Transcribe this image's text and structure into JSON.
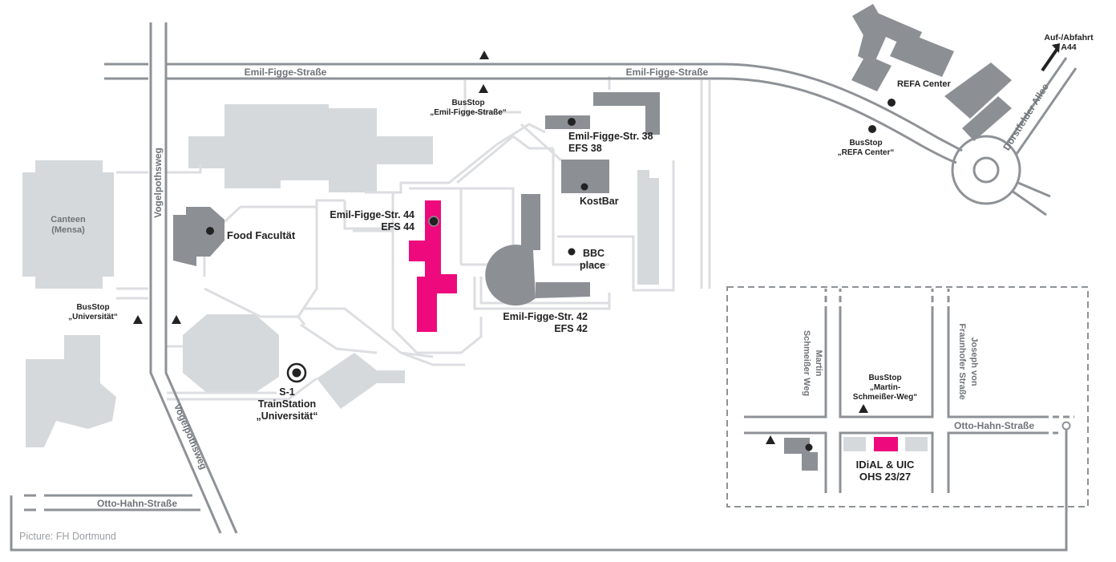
{
  "credit": "Picture: FH Dortmund",
  "colors": {
    "road_outline": "#8e9297",
    "building_light": "#d6d9dc",
    "building_dark": "#8c9095",
    "highlight": "#ee0a7d",
    "path_light": "#dfe1e3",
    "text": "#222222"
  },
  "streets": {
    "emil_figge_west": "Emil-Figge-Straße",
    "emil_figge_east": "Emil-Figge-Straße",
    "vogelpothsweg_north": "Vogelpothsweg",
    "vogelpothsweg_south": "Vogelpothsweg",
    "otto_hahn_main": "Otto-Hahn-Straße",
    "dorstfelder_allee": "Dorstfelder Allee",
    "highway_line1": "Auf-/Abfahrt",
    "highway_line2": "A44"
  },
  "places": {
    "canteen_line1": "Canteen",
    "canteen_line2": "(Mensa)",
    "food_facultat": "Food Facultät",
    "efs44_line1": "Emil-Figge-Str. 44",
    "efs44_line2": "EFS 44",
    "efs38_line1": "Emil-Figge-Str. 38",
    "efs38_line2": "EFS 38",
    "kostbar": "KostBar",
    "bbc_line1": "BBC",
    "bbc_line2": "place",
    "efs42_line1": "Emil-Figge-Str. 42",
    "efs42_line2": "EFS 42",
    "refa_center": "REFA Center",
    "trainstation_line1": "S-1",
    "trainstation_line2": "TrainStation",
    "trainstation_line3": "„Universität“"
  },
  "bus_stops": {
    "efs_line1": "BusStop",
    "efs_line2": "„Emil-Figge-Straße“",
    "refa_line1": "BusStop",
    "refa_line2": "„REFA Center“",
    "uni_line1": "BusStop",
    "uni_line2": "„Universität“",
    "msw_line1": "BusStop",
    "msw_line2": "„Martin-",
    "msw_line3": "Schmeißer-Weg“"
  },
  "inset": {
    "martin_line1": "Martin",
    "martin_line2": "Schmeißer Weg",
    "joseph_line1": "Joseph von",
    "joseph_line2": "Fraunhofer Straße",
    "otto_hahn": "Otto-Hahn-Straße",
    "target_line1": "IDiAL & UIC",
    "target_line2": "OHS 23/27"
  }
}
